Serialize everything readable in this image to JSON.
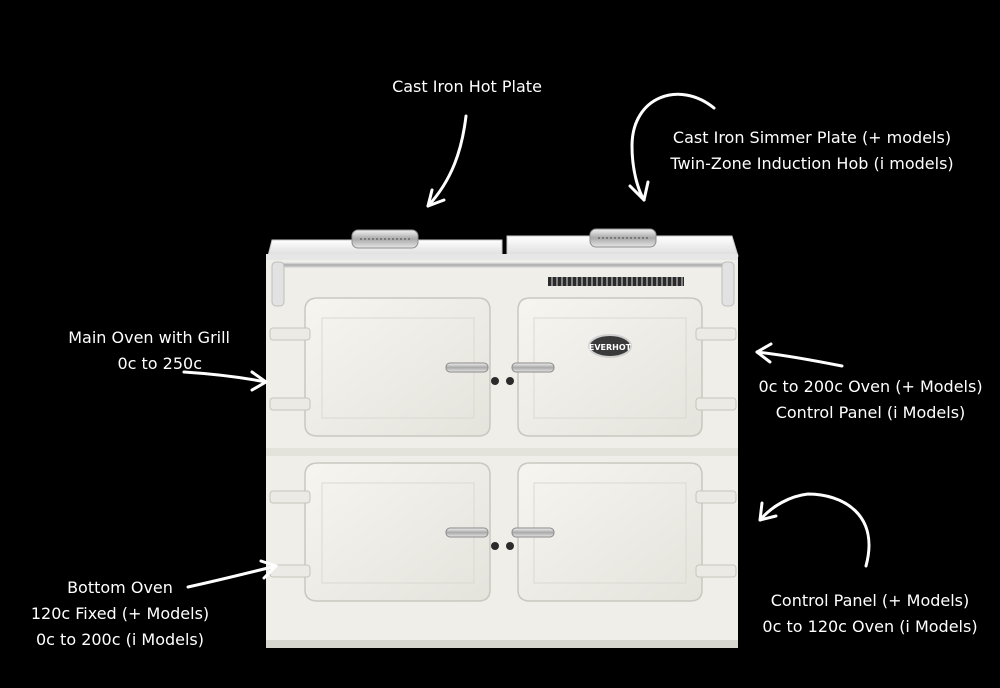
{
  "colors": {
    "background": "#000000",
    "text": "#ffffff",
    "range_body": "#f1f0ea",
    "range_shadow": "#d6d5cd",
    "chrome": "#c9c9c9"
  },
  "range": {
    "badge": "EVERHOT"
  },
  "annotations": {
    "hot_plate": {
      "line1": "Cast Iron Hot Plate"
    },
    "simmer_plate": {
      "line1": "Cast Iron Simmer Plate (+ models)",
      "line2": "Twin-Zone Induction Hob (i models)"
    },
    "main_oven": {
      "line1": "Main Oven with Grill",
      "line2": "0c to 250c"
    },
    "right_top_oven": {
      "line1": "0c to 200c Oven (+ Models)",
      "line2": "Control Panel (i Models)"
    },
    "bottom_oven": {
      "line1": "Bottom Oven",
      "line2": "120c Fixed (+ Models)",
      "line3": "0c to 200c (i Models)"
    },
    "control_panel": {
      "line1": "Control Panel (+ Models)",
      "line2": "0c to 120c Oven (i Models)"
    }
  }
}
